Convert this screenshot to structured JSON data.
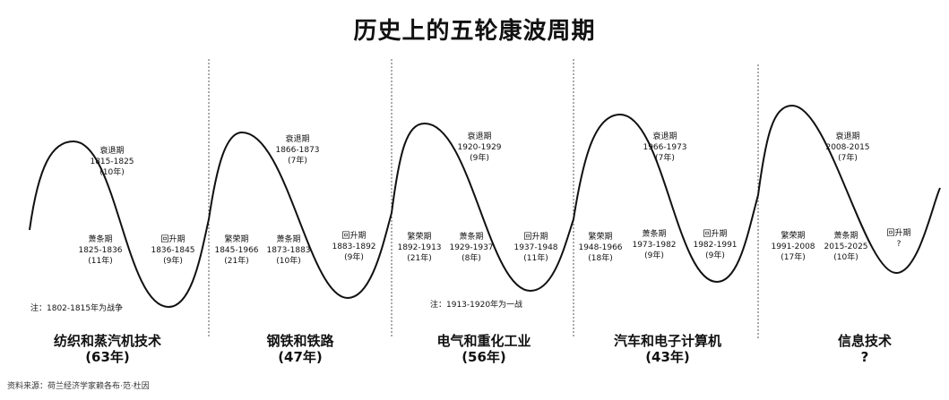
{
  "title": "历史上的五轮康波周期",
  "source": "资料来源：荷兰经济学家赖各布·范·杜因",
  "cycles": [
    {
      "technology": "纺织和蒸汽机技术",
      "duration": "(63年)",
      "recession": {
        "name": "衰退期",
        "years": "1815-1825",
        "length": "(10年)"
      },
      "depression": {
        "name": "萧条期",
        "years": "1825-1836",
        "length": "(11年)"
      },
      "recovery": {
        "name": "回升期",
        "years": "1836-1845",
        "length": "(9年)"
      }
    },
    {
      "technology": "钢铁和铁路",
      "duration": "(47年)",
      "prosperity": {
        "name": "繁荣期",
        "years": "1845-1966",
        "length": "(21年)"
      },
      "recession": {
        "name": "衰退期",
        "years": "1866-1873",
        "length": "(7年)"
      },
      "depression": {
        "name": "萧条期",
        "years": "1873-1883",
        "length": "(10年)"
      },
      "recovery": {
        "name": "回升期",
        "years": "1883-1892",
        "length": "(9年)"
      }
    },
    {
      "technology": "电气和重化工业",
      "duration": "(56年)",
      "prosperity": {
        "name": "繁荣期",
        "years": "1892-1913",
        "length": "(21年)"
      },
      "recession": {
        "name": "衰退期",
        "years": "1920-1929",
        "length": "(9年)"
      },
      "depression": {
        "name": "萧条期",
        "years": "1929-1937",
        "length": "(8年)"
      },
      "recovery": {
        "name": "回升期",
        "years": "1937-1948",
        "length": "(11年)"
      }
    },
    {
      "technology": "汽车和电子计算机",
      "duration": "(43年)",
      "prosperity": {
        "name": "繁荣期",
        "years": "1948-1966",
        "length": "(18年)"
      },
      "recession": {
        "name": "衰退期",
        "years": "1966-1973",
        "length": "(7年)"
      },
      "depression": {
        "name": "萧条期",
        "years": "1973-1982",
        "length": "(9年)"
      },
      "recovery": {
        "name": "回升期",
        "years": "1982-1991",
        "length": "(9年)"
      }
    },
    {
      "technology": "信息技术",
      "duration": "?",
      "prosperity": {
        "name": "繁荣期",
        "years": "1991-2008",
        "length": "(17年)"
      },
      "recession": {
        "name": "衰退期",
        "years": "2008-2015",
        "length": "(7年)"
      },
      "depression": {
        "name": "萧条期",
        "years": "2015-2025",
        "length": "(10年)"
      },
      "recovery": {
        "name": "回升期",
        "length": "?"
      }
    }
  ],
  "notes": {
    "war1": "注：1802-1815年为战争",
    "war2": "注：1913-1920年为一战"
  },
  "colors": {
    "line": "#111111",
    "divider": "#555555"
  }
}
